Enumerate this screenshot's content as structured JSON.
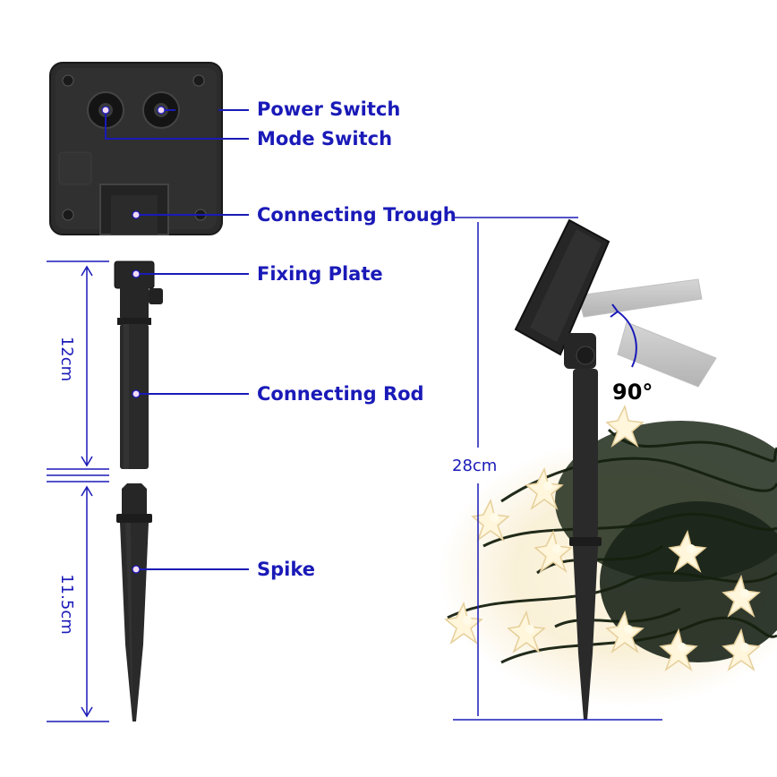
{
  "callouts": {
    "power_switch": "Power Switch",
    "mode_switch": "Mode Switch",
    "connecting_trough": "Connecting Trough",
    "fixing_plate": "Fixing Plate",
    "connecting_rod": "Connecting Rod",
    "spike": "Spike"
  },
  "dimensions": {
    "rod_length": "12cm",
    "spike_length": "11.5cm",
    "total_height": "28cm",
    "tilt_angle": "90°"
  },
  "colors": {
    "accent": "#1a1ab8",
    "device": "#2b2b2b",
    "light_glow": "#fff3d6",
    "wire": "#1d2a1a"
  }
}
